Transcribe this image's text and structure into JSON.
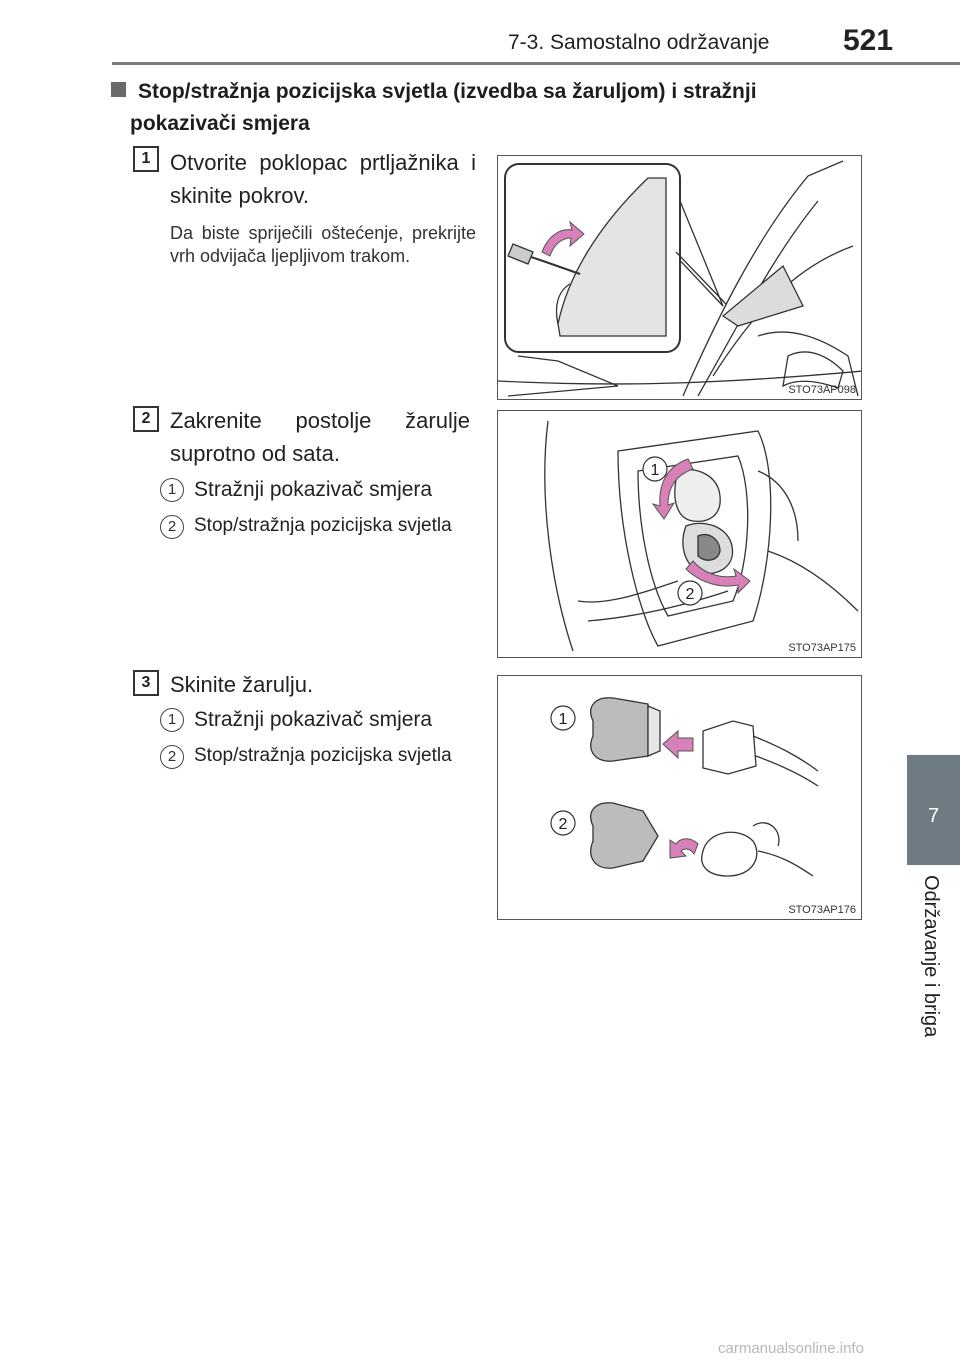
{
  "header": {
    "section": "7-3. Samostalno održavanje",
    "page_number": "521"
  },
  "side_tab": {
    "chapter_number": "7",
    "chapter_title": "Održavanje i briga",
    "color": "#6f7b83"
  },
  "section": {
    "title_line1": "Stop/stražnja pozicijska svjetla (izvedba sa žaruljom) i stražnji",
    "title_line2": "pokazivači smjera"
  },
  "steps": [
    {
      "badge": "1",
      "text": "Otvorite poklopac prtljažnika i skinite pokrov.",
      "note": "Da biste spriječili oštećenje, prekrijte vrh odvijača ljepljivom trakom.",
      "figure_code": "STO73AP098"
    },
    {
      "badge": "2",
      "text": "Zakrenite postolje žarulje suprotno od sata.",
      "items": [
        {
          "num": "1",
          "text": "Stražnji pokazivač smjera"
        },
        {
          "num": "2",
          "text": "Stop/stražnja pozicijska svjetla"
        }
      ],
      "figure_code": "STO73AP175"
    },
    {
      "badge": "3",
      "text": "Skinite žarulju.",
      "items": [
        {
          "num": "1",
          "text": "Stražnji pokazivač smjera"
        },
        {
          "num": "2",
          "text": "Stop/stražnja pozicijska svjetla"
        }
      ],
      "figure_code": "STO73AP176"
    }
  ],
  "figure_callouts": {
    "one": "1",
    "two": "2"
  },
  "arrow_color": "#d880b8",
  "watermark": "carmanualsonline.info"
}
